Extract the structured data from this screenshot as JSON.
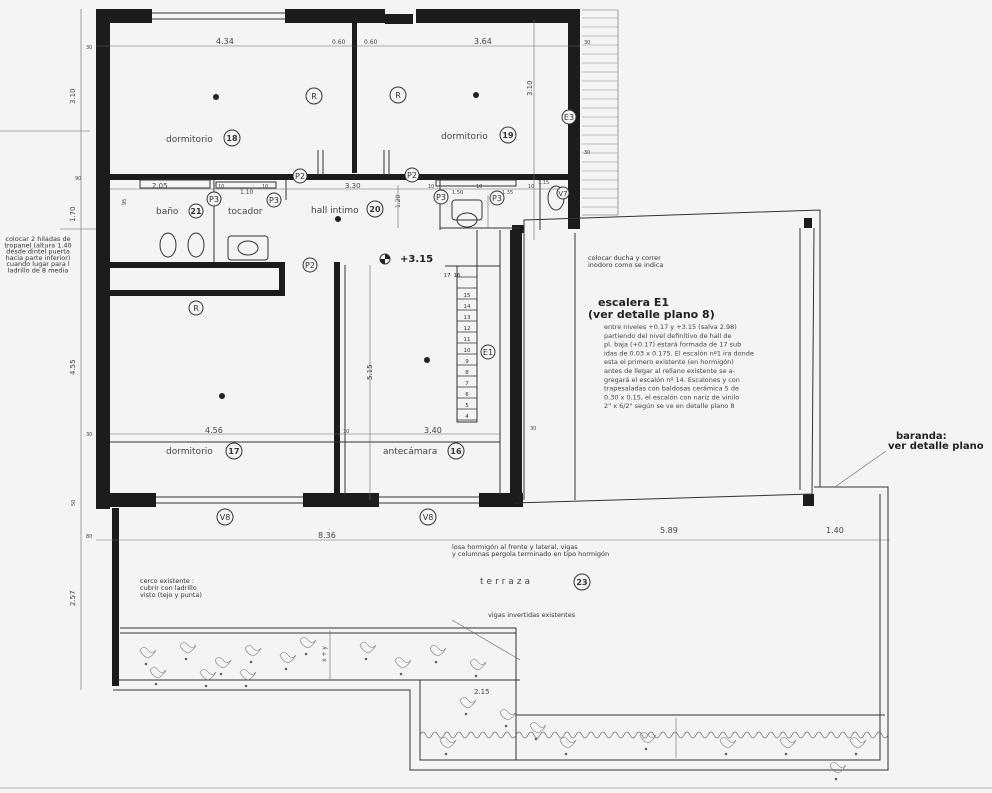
{
  "rooms": {
    "dormitorio_18": {
      "name": "dormitorio",
      "num": "18"
    },
    "dormitorio_19": {
      "name": "dormitorio",
      "num": "19"
    },
    "bano_21": {
      "name": "baño",
      "num": "21"
    },
    "tocador": {
      "name": "tocador"
    },
    "hall_20": {
      "name": "hall intimo",
      "num": "20"
    },
    "dormitorio_17": {
      "name": "dormitorio",
      "num": "17"
    },
    "antecamara_16": {
      "name": "antecámara",
      "num": "16"
    },
    "terraza_23": {
      "name": "terraza",
      "num": "23"
    }
  },
  "level": "+3.15",
  "dimensions": {
    "top_left": "4.34",
    "top_mid1": "0.60",
    "top_mid2": "0.60",
    "top_right": "3.64",
    "left_top": "3.10",
    "right_top": "3.10",
    "left_mid": "1.70",
    "left_mid2": "4.55",
    "bano_w": "2.05",
    "d10a": "10",
    "d110": "1.10",
    "d10b": "10",
    "hall_w": "3.30",
    "d10c": "10",
    "d150": "1.50",
    "d10d": "10",
    "d135": "1.35",
    "d10e": "10",
    "d115": "1.15",
    "d30": "30",
    "d90": "90",
    "d120": "1.20",
    "d95": "95",
    "dorm17_w": "4.56",
    "d10f": "10",
    "ante_w": "3.40",
    "d30b": "30",
    "stair_h": "5.15",
    "bottom_total": "8.36",
    "bottom_a": "5.89",
    "bottom_b": "1.40",
    "d80": "80",
    "d257": "2.57",
    "d215": "2.15",
    "d50": "50",
    "d30c": "30",
    "d30d": "30"
  },
  "markers": {
    "R": "R",
    "P2": "P2",
    "P3": "P3",
    "V8": "V8",
    "V7": "V7",
    "E1": "E1",
    "E3": "E3"
  },
  "stair_steps": [
    "17",
    "16",
    "15",
    "14",
    "13",
    "12",
    "11",
    "10",
    "9",
    "8",
    "7",
    "6",
    "5",
    "4"
  ],
  "notes": {
    "stair_title1": "escalera E1",
    "stair_title2": "(ver detalle plano 8)",
    "stair_desc": [
      "entre niveles +0.17 y +3.15 (salva 2.98)",
      "partiendo del nivel definitivo de hall de",
      "pl. baja (+0.17) estará formada de 17 sub",
      "idas de 0.03 x 0.175. El escalón nº1 ira donde",
      "esta el primero existente (en hormigón)",
      "antes de llegar al rellano existente se a-",
      "gregará el escalón nº 14. Escalones y con",
      "trapesaladas con baldosas cerámica 5 de",
      "0.30 x 0.15, el escalón con nariz de vinilo",
      "2\" x 6/2\" según se ve en detalle plano 8"
    ],
    "baranda1": "baranda:",
    "baranda2": "ver detalle plano",
    "left_note": [
      "colocar 2 hiladas de",
      "tropanel (altura 1.40",
      "desde dintel puerta",
      "hacia parte inferior)",
      "cuando lugar para l",
      "ladrillo de 8 media"
    ],
    "ducha_note": [
      "colocar ducha y correr",
      "inodoro como se indica"
    ],
    "losa_note": [
      "losa hormigón al frente y lateral, vigas",
      "y columnas pergola terminado en tipo hormigón"
    ],
    "cerco_note": [
      "cerco existente :",
      "cubrir con ladrillo",
      "visto (tejo y punta)"
    ],
    "vigas_note": "vigas invertidas existentes",
    "xy": "x + y"
  }
}
